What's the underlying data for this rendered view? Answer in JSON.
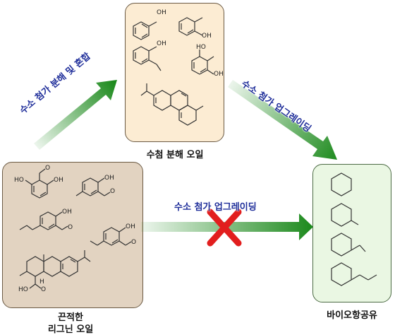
{
  "nodes": {
    "lignin_oil": {
      "label_line1": "끈적한",
      "label_line2": "리그닌 오일"
    },
    "hydro_oil": {
      "label": "수첨 분해 오일"
    },
    "bio_fuel": {
      "label": "바이오항공유"
    }
  },
  "arrows": {
    "hydrocracking": {
      "label": "수소 첨가 분해 및 혼합"
    },
    "upgrading_top": {
      "label": "수소 첨가 업그레이딩"
    },
    "upgrading_direct": {
      "label": "수소 첨가 업그레이딩",
      "blocked": true
    }
  },
  "colors": {
    "lignin_box": "#e2d3c1",
    "hydro_box": "#fcecd3",
    "fuel_box": "#eaf7e3",
    "arrow_green": "#1d8a1d",
    "label_blue": "#1f2e9a",
    "cross_red": "#e21e1e"
  },
  "icons": [
    "molecule-structure",
    "cross-mark-icon"
  ]
}
